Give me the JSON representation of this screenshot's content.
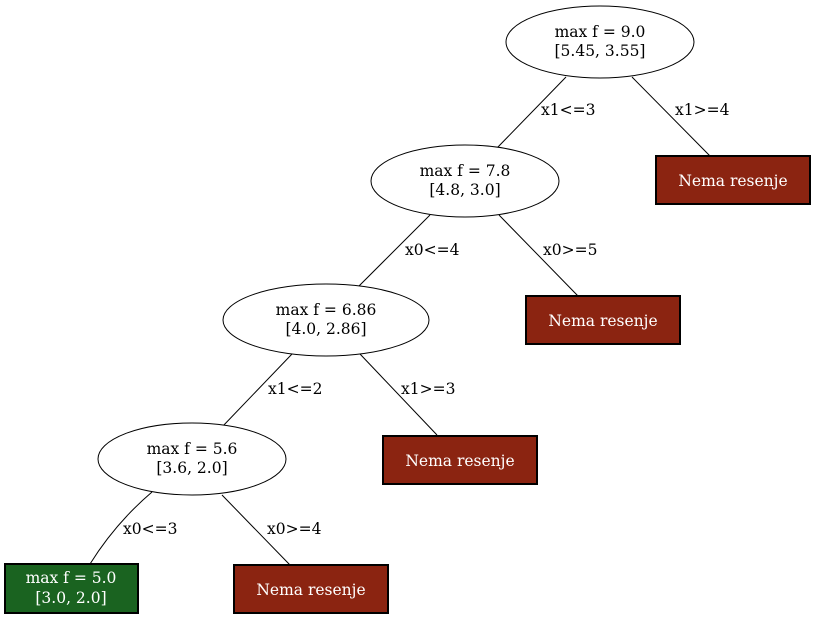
{
  "colors": {
    "infeasible_fill": "#8b2411",
    "solution_fill": "#1a6320",
    "node_fill": "#ffffff",
    "border": "#000000"
  },
  "nodes": {
    "root": {
      "line1": "max f = 9.0",
      "line2": "[5.45, 3.55]"
    },
    "n1": {
      "line1": "max f = 7.8",
      "line2": "[4.8, 3.0]"
    },
    "n2": {
      "line1": "max f = 6.86",
      "line2": "[4.0, 2.86]"
    },
    "n3": {
      "line1": "max f = 5.6",
      "line2": "[3.6, 2.0]"
    },
    "solution": {
      "line1": "max f = 5.0",
      "line2": "[3.0, 2.0]"
    },
    "leaf1": {
      "label": "Nema resenje"
    },
    "leaf2": {
      "label": "Nema resenje"
    },
    "leaf3": {
      "label": "Nema resenje"
    },
    "leaf4": {
      "label": "Nema resenje"
    }
  },
  "edges": {
    "root_n1": "x1<=3",
    "root_leaf1": "x1>=4",
    "n1_n2": "x0<=4",
    "n1_leaf2": "x0>=5",
    "n2_n3": "x1<=2",
    "n2_leaf3": "x1>=3",
    "n3_solution": "x0<=3",
    "n3_leaf4": "x0>=4"
  }
}
